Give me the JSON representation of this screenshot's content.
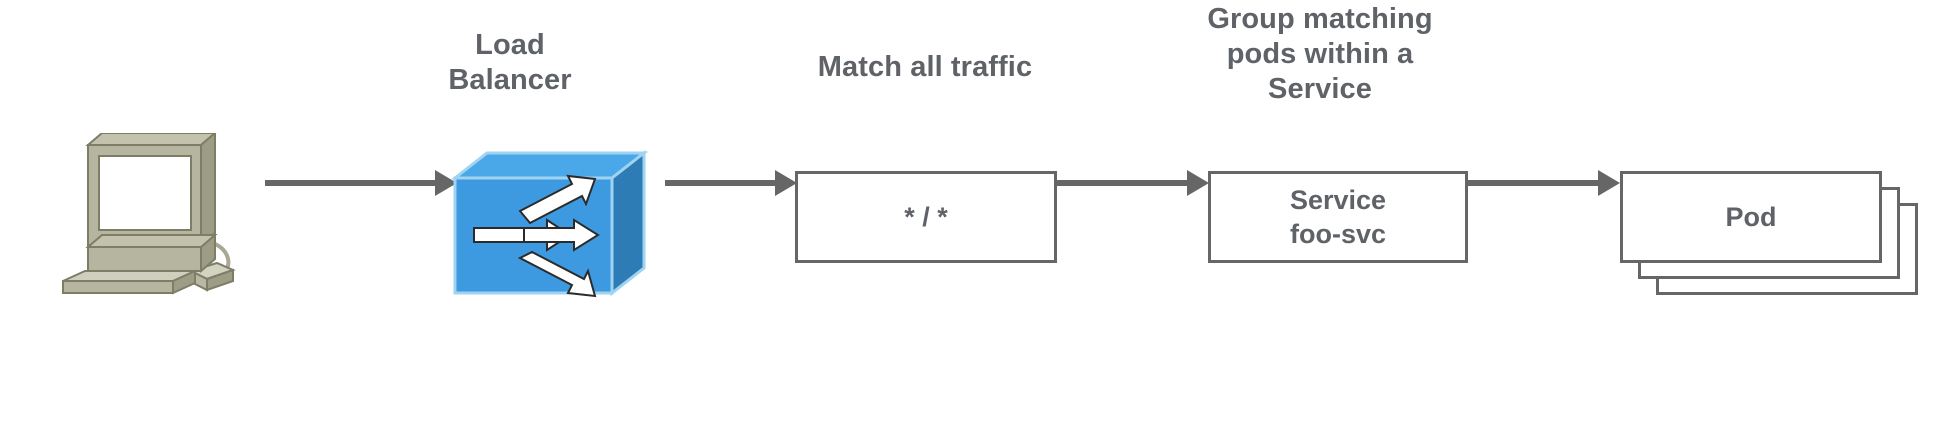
{
  "diagram": {
    "title": "Kubernetes ingress load balancer to service to pods flow",
    "background_color": "#ffffff",
    "text_color": "#5f6368",
    "stroke_color": "#666666",
    "accent_blue": "#3d9ae0",
    "accent_blue_dark": "#2e7cb5",
    "accent_blue_light": "#5cb3ea",
    "workstation_color": "#a9a993"
  },
  "captions": {
    "load_balancer": "Load\nBalancer",
    "match_all_traffic": "Match all traffic",
    "group_matching_pods": "Group matching\npods within a\nService"
  },
  "nodes": {
    "client": {
      "icon": "desktop-computer-icon",
      "label": ""
    },
    "load_balancer": {
      "icon": "load-balancer-cube-icon",
      "label": ""
    },
    "rule": {
      "label": "* / *"
    },
    "service": {
      "label": "Service\nfoo-svc"
    },
    "pods": {
      "label": "Pod",
      "stack_count": 3
    }
  },
  "connectors": [
    {
      "name": "client-to-load-balancer",
      "from": "client",
      "to": "load_balancer"
    },
    {
      "name": "load-balancer-to-rule",
      "from": "load_balancer",
      "to": "rule"
    },
    {
      "name": "rule-to-service",
      "from": "rule",
      "to": "service"
    },
    {
      "name": "service-to-pods",
      "from": "service",
      "to": "pods"
    }
  ]
}
